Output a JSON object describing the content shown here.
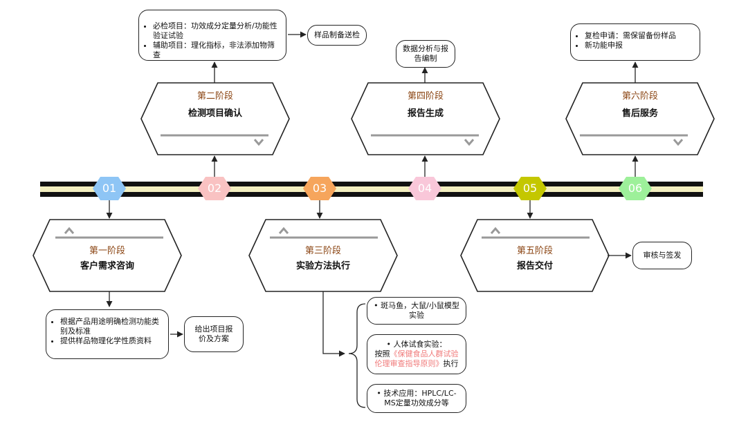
{
  "nodes": [
    {
      "label": "01",
      "color": "#8ec5f5"
    },
    {
      "label": "02",
      "color": "#f9c2c2"
    },
    {
      "label": "03",
      "color": "#f6a55c"
    },
    {
      "label": "04",
      "color": "#f9c7d9"
    },
    {
      "label": "05",
      "color": "#c4c700"
    },
    {
      "label": "06",
      "color": "#9df09a"
    }
  ],
  "stages": [
    {
      "stage": "第一阶段",
      "title": "客户需求咨询"
    },
    {
      "stage": "第二阶段",
      "title": "检测项目确认"
    },
    {
      "stage": "第三阶段",
      "title": "实验方法执行"
    },
    {
      "stage": "第四阶段",
      "title": "报告生成"
    },
    {
      "stage": "第五阶段",
      "title": "报告交付"
    },
    {
      "stage": "第六阶段",
      "title": "售后服务"
    }
  ],
  "notes": {
    "stage1": {
      "items": [
        "根据产品用途明确检测功能类别及标准",
        "提供样品物理化学性质资料"
      ],
      "next": "给出项目报价及方案"
    },
    "stage2": {
      "items": [
        "必检项目：功效成分定量分析/功能性验证试验",
        "辅助项目：理化指标，非法添加物筛查"
      ],
      "next": "样品制备送检"
    },
    "stage3": {
      "zebrafish": "斑马鱼，大鼠/小鼠模型实验",
      "human_title": "人体试食实验：",
      "human_pre": "按照",
      "human_ref": "《保健食品人群试验伦理审查指导原则》",
      "human_post": "执行",
      "tech": "技术应用：HPLC/LC-MS定量功效成分等"
    },
    "stage4": {
      "next": "数据分析与报告编制"
    },
    "stage5": {
      "next": "审核与签发"
    },
    "stage6": {
      "items": [
        "复检申请：需保留备份样品",
        "新功能申报"
      ]
    }
  }
}
